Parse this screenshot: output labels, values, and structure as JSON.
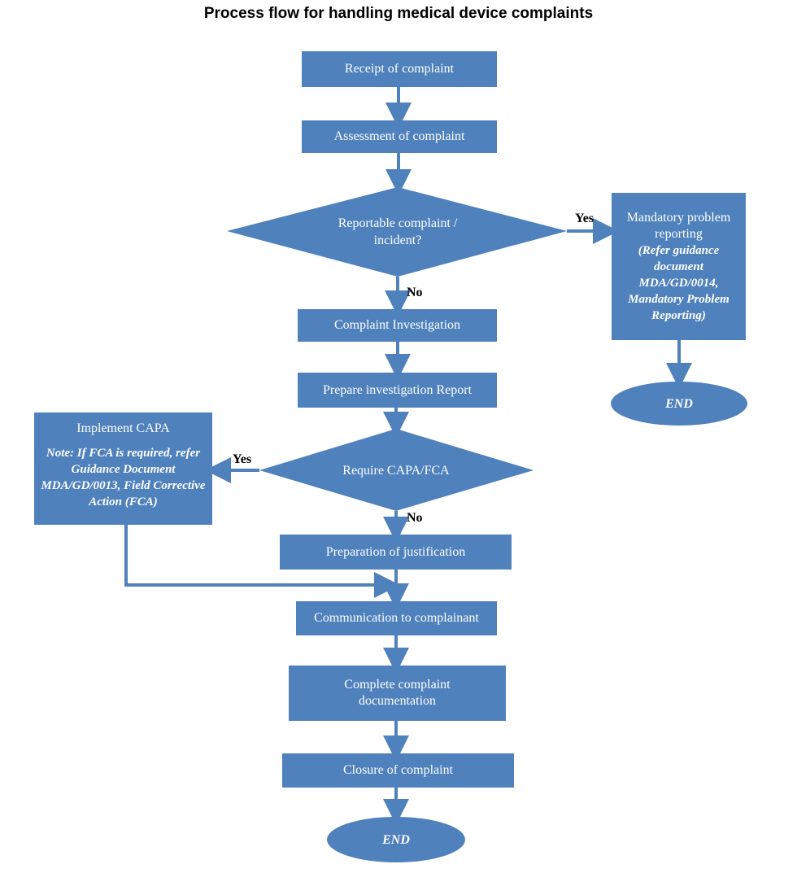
{
  "title": "Process flow for handling medical device complaints",
  "colors": {
    "fill": "#4f81bd",
    "text": "#ffffff",
    "label": "#000000"
  },
  "nodes": {
    "receipt": "Receipt of complaint",
    "assessment": "Assessment of complaint",
    "reportable": "Reportable complaint / incident?",
    "mandatory_title": "Mandatory problem reporting",
    "mandatory_note": "(Refer guidance document MDA/GD/0014, Mandatory Problem Reporting)",
    "end_right": "END",
    "investigation": "Complaint Investigation",
    "prepare_report": "Prepare investigation Report",
    "require_capa": "Require CAPA/FCA",
    "capa_title": "Implement CAPA",
    "capa_note": "Note: If FCA is required, refer Guidance Document MDA/GD/0013, Field Corrective Action (FCA)",
    "justification": "Preparation of justification",
    "communication": "Communication to complainant",
    "documentation": "Complete complaint documentation",
    "closure": "Closure of complaint",
    "end_bottom": "END"
  },
  "labels": {
    "yes_reportable": "Yes",
    "no_reportable": "No",
    "yes_capa": "Yes",
    "no_capa": "No"
  }
}
